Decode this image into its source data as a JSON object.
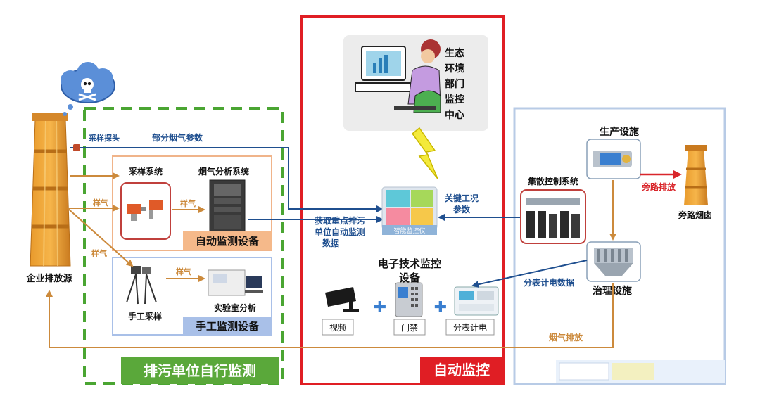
{
  "labels": {
    "enterprise_source": "企业排放源",
    "sampling_probe": "采样探头",
    "partial_flue_params": "部分烟气参数",
    "sampling_system": "采样系统",
    "flue_analysis_system": "烟气分析系统",
    "sample_gas_1": "样气",
    "sample_gas_2": "样气",
    "sample_gas_3": "样气",
    "sample_gas_4": "样气",
    "auto_monitor_device": "自动监测设备",
    "manual_sampling": "手工采样",
    "lab_analysis": "实验室分析",
    "manual_monitor_device": "手工监测设备",
    "self_monitoring": "排污单位自行监测",
    "eco_center": "生态\n环境\n部门\n监控\n中心",
    "smart_monitor": "智能监控仪",
    "obtain_data": "获取重点排污\n单位自动监测\n数据",
    "key_params": "关键工况\n参数",
    "e_monitor_device": "电子技术监控\n设备",
    "video": "视频",
    "access_control": "门禁",
    "sub_meter": "分表计电",
    "auto_monitoring": "自动监控",
    "production": "生产设施",
    "dcs": "集散控制系统",
    "bypass_emission": "旁路排放",
    "bypass_stack": "旁路烟囱",
    "sub_meter_data": "分表计电数据",
    "treatment": "治理设施",
    "flue_emission": "烟气排放"
  },
  "colors": {
    "red_frame": "#e01e24",
    "green_frame": "#4aa532",
    "blue_frame": "#b8cbe6",
    "orange_line": "#cc8a3c",
    "blue_line": "#1f4f8f",
    "auto_label_bg": "#f5b98a",
    "manual_label_bg": "#a9c0e8",
    "self_label_bg": "#5aa83a"
  },
  "icons": {
    "skull": "skull-cloud-icon",
    "person": "operator-computer-icon",
    "lightning": "lightning-icon"
  }
}
